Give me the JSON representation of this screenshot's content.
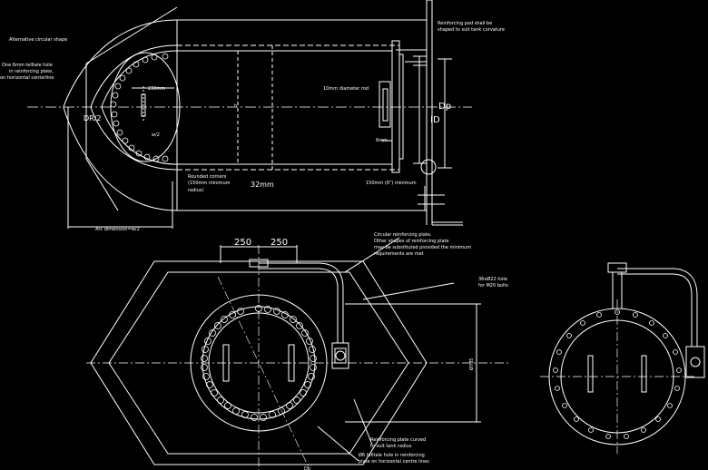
{
  "drawing": {
    "notes": {
      "reinforcing_pad": [
        "Reinforcing pad shall be",
        "shaped to suit tank curvature"
      ],
      "alternative_shape": "Alternative circular shape",
      "telltale_top": [
        "One 6mm telltale hole",
        "in reinforcing plate,",
        "on horizontal centerline"
      ],
      "rod": "10mm diameter rod",
      "rounded_corners": [
        "Rounded corners",
        "(150mm minimum",
        "radius)"
      ],
      "min_150": "150mm (6\") minimum",
      "arc_dim": "Arc dimension=w/2",
      "circular_plate": [
        "Circular reinforcing plate.",
        "Other shapes of reinforcing plate",
        "may be substituted provided the minimum",
        "requirements are met"
      ],
      "bolt_holes": [
        "36xØ22 hole",
        "for M20 bolts"
      ],
      "plate_curved": [
        "Reinforcing plate curved",
        "to suit tank radius"
      ],
      "telltale_bottom": [
        "Ø6 telltale hole in reinforcing",
        "plate on horizontal centre lines"
      ]
    },
    "dims": {
      "d230": "230mm",
      "d32": "32mm",
      "d6": "6mm",
      "d250a": "250",
      "d250b": "250",
      "dr2": "DR/2",
      "w2": "w/2",
      "ID": "ID",
      "Dp": "Dp",
      "Db": "Db",
      "dia": "Ø785",
      "h": "h"
    }
  }
}
